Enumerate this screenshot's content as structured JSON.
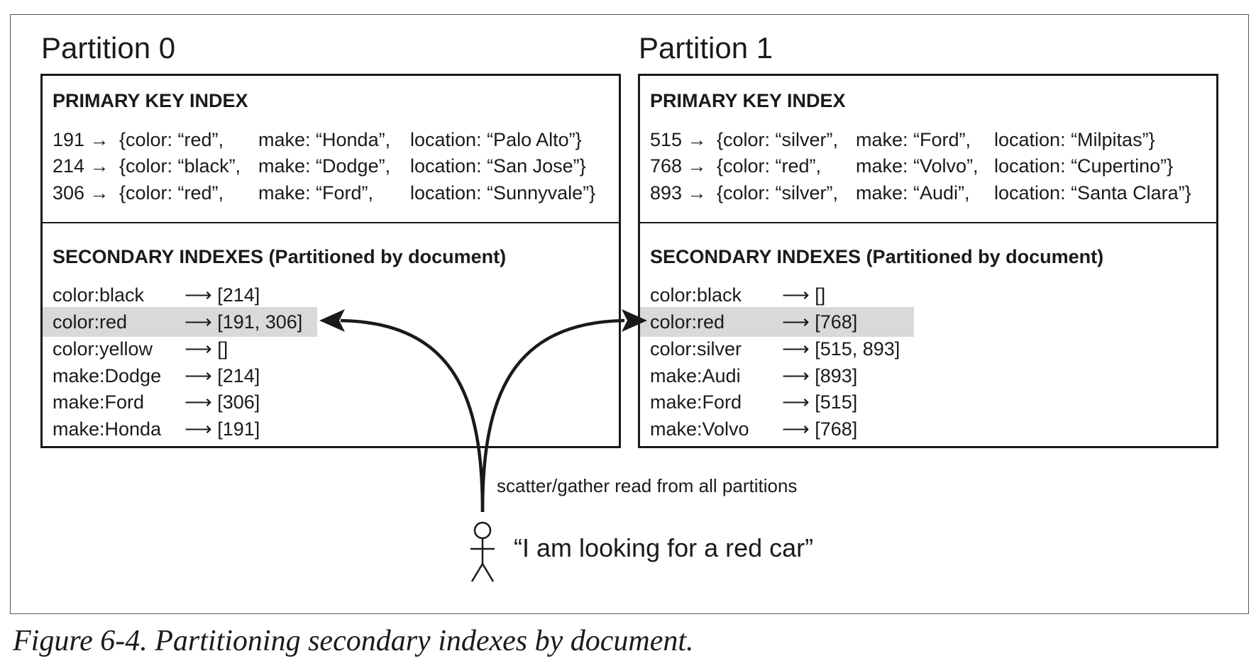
{
  "caption": "Figure 6-4. Partitioning secondary indexes by document.",
  "partitions": [
    {
      "title": "Partition 0",
      "primary_heading": "PRIMARY KEY INDEX",
      "primary_rows": [
        {
          "key": "191 →",
          "color": "{color: “red”,",
          "make": "make: “Honda”,",
          "location": "location: “Palo Alto”}"
        },
        {
          "key": "214 →",
          "color": "{color: “black”,",
          "make": "make: “Dodge”,",
          "location": "location: “San Jose”}"
        },
        {
          "key": "306 →",
          "color": "{color: “red”,",
          "make": "make: “Ford”,",
          "location": "location: “Sunnyvale”}"
        }
      ],
      "secondary_heading": "SECONDARY INDEXES (Partitioned by document)",
      "secondary_rows": [
        {
          "term": "color:black",
          "ids": "⟶ [214]",
          "highlight": false
        },
        {
          "term": "color:red",
          "ids": "⟶ [191, 306]",
          "highlight": true
        },
        {
          "term": "color:yellow",
          "ids": "⟶ []",
          "highlight": false
        },
        {
          "term": "make:Dodge",
          "ids": "⟶ [214]",
          "highlight": false
        },
        {
          "term": "make:Ford",
          "ids": "⟶ [306]",
          "highlight": false
        },
        {
          "term": "make:Honda",
          "ids": "⟶ [191]",
          "highlight": false
        }
      ]
    },
    {
      "title": "Partition 1",
      "primary_heading": "PRIMARY KEY INDEX",
      "primary_rows": [
        {
          "key": "515 →",
          "color": "{color: “silver”,",
          "make": "make: “Ford”,",
          "location": "location: “Milpitas”}"
        },
        {
          "key": "768 →",
          "color": "{color: “red”,",
          "make": "make: “Volvo”,",
          "location": "location: “Cupertino”}"
        },
        {
          "key": "893 →",
          "color": "{color: “silver”,",
          "make": "make: “Audi”,",
          "location": "location: “Santa Clara”}"
        }
      ],
      "secondary_heading": "SECONDARY INDEXES (Partitioned by document)",
      "secondary_rows": [
        {
          "term": "color:black",
          "ids": "⟶ []",
          "highlight": false
        },
        {
          "term": "color:red",
          "ids": "⟶ [768]",
          "highlight": true
        },
        {
          "term": "color:silver",
          "ids": "⟶ [515, 893]",
          "highlight": false
        },
        {
          "term": "make:Audi",
          "ids": "⟶ [893]",
          "highlight": false
        },
        {
          "term": "make:Ford",
          "ids": "⟶ [515]",
          "highlight": false
        },
        {
          "term": "make:Volvo",
          "ids": "⟶ [768]",
          "highlight": false
        }
      ]
    }
  ],
  "scatter_label": "scatter/gather read from all partitions",
  "user_quote": "“I am looking for a red car”",
  "colors": {
    "highlight": "#d9d9d9",
    "ink": "#1a1a1a"
  }
}
